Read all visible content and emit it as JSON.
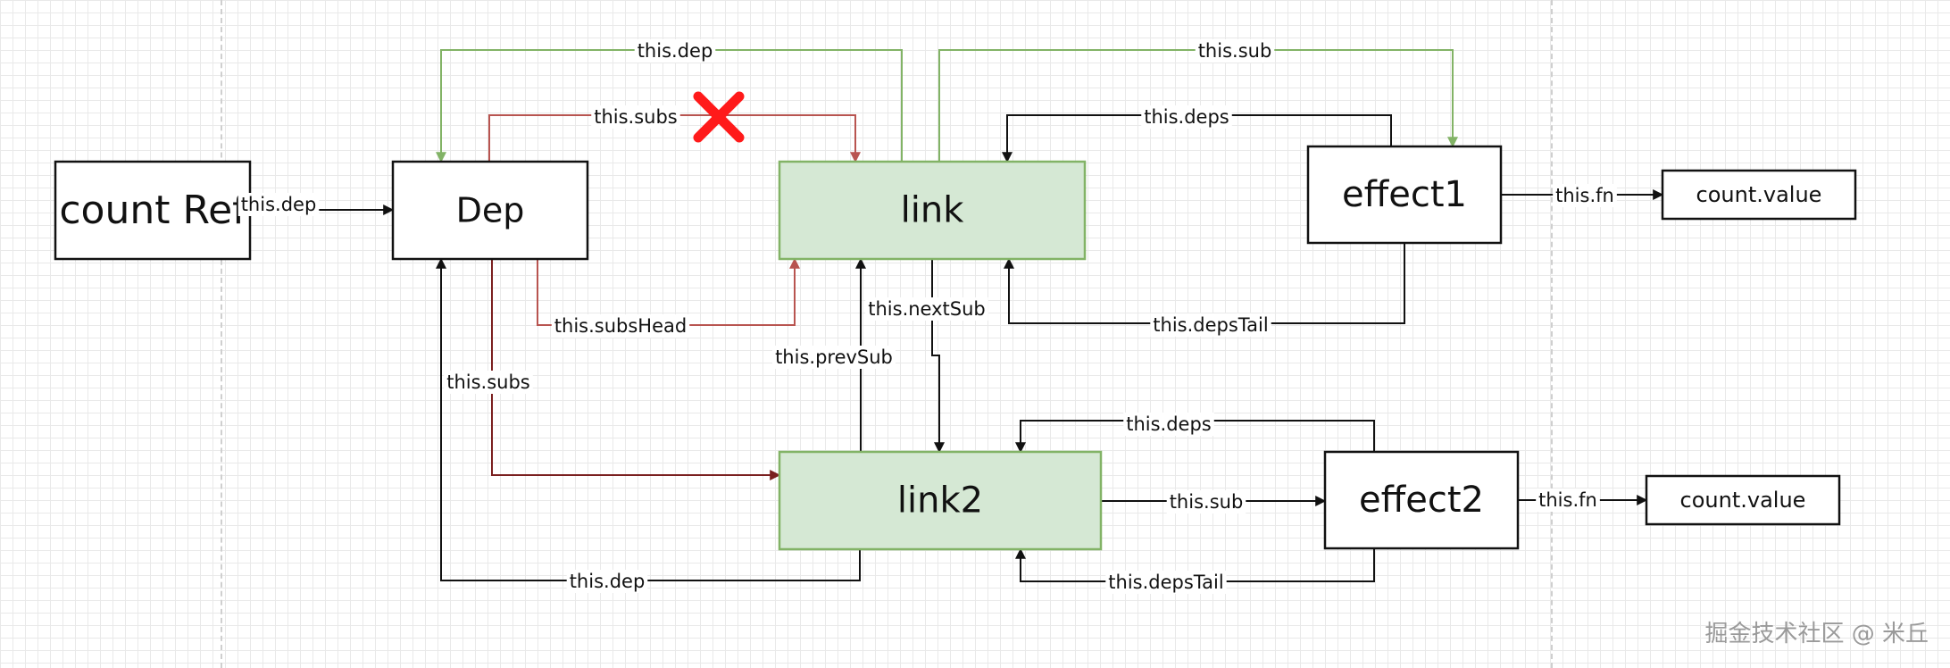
{
  "diagram": {
    "nodes": [
      {
        "id": "countRef",
        "label": "count Ref",
        "style": "plain",
        "font": 44
      },
      {
        "id": "dep",
        "label": "Dep",
        "style": "plain",
        "font": 38
      },
      {
        "id": "link",
        "label": "link",
        "style": "green",
        "font": 40
      },
      {
        "id": "effect1",
        "label": "effect1",
        "style": "plain",
        "font": 40
      },
      {
        "id": "countValue1",
        "label": "count.value",
        "style": "plain",
        "font": 24
      },
      {
        "id": "link2",
        "label": "link2",
        "style": "green",
        "font": 40
      },
      {
        "id": "effect2",
        "label": "effect2",
        "style": "plain",
        "font": 40
      },
      {
        "id": "countValue2",
        "label": "count.value",
        "style": "plain",
        "font": 24
      }
    ],
    "edges": [
      {
        "id": "countref-dep",
        "label": "this.dep",
        "color": "#111111"
      },
      {
        "id": "link-dep",
        "label": "this.dep",
        "color": "#82b366"
      },
      {
        "id": "link-effect1",
        "label": "this.sub",
        "color": "#82b366"
      },
      {
        "id": "dep-link-subs",
        "label": "this.subs",
        "color": "#b85450"
      },
      {
        "id": "effect1-link-deps",
        "label": "this.deps",
        "color": "#111111"
      },
      {
        "id": "effect1-fn",
        "label": "this.fn",
        "color": "#111111"
      },
      {
        "id": "dep-link-subshead",
        "label": "this.subsHead",
        "color": "#b85450"
      },
      {
        "id": "effect1-link-depstail",
        "label": "this.depsTail",
        "color": "#111111"
      },
      {
        "id": "link-link2-nextsub",
        "label": "this.nextSub",
        "color": "#111111"
      },
      {
        "id": "link2-link-prevsub",
        "label": "this.prevSub",
        "color": "#111111"
      },
      {
        "id": "dep-link2-subs",
        "label": "this.subs",
        "color": "#7a1f1f"
      },
      {
        "id": "link2-effect2-sub",
        "label": "this.sub",
        "color": "#111111"
      },
      {
        "id": "effect2-link2-deps",
        "label": "this.deps",
        "color": "#111111"
      },
      {
        "id": "effect2-fn",
        "label": "this.fn",
        "color": "#111111"
      },
      {
        "id": "link2-dep",
        "label": "this.dep",
        "color": "#111111"
      },
      {
        "id": "effect2-link2-depstail",
        "label": "this.depsTail",
        "color": "#111111"
      }
    ],
    "marks": {
      "removed_edge": "dep-link-subs",
      "cross_color": "#ff1a1a"
    },
    "colors": {
      "green_fill": "#d5e8d4",
      "green_stroke": "#82b366",
      "plain_fill": "#ffffff",
      "plain_stroke": "#111111"
    }
  },
  "watermark": "掘金技术社区 @ 米丘"
}
